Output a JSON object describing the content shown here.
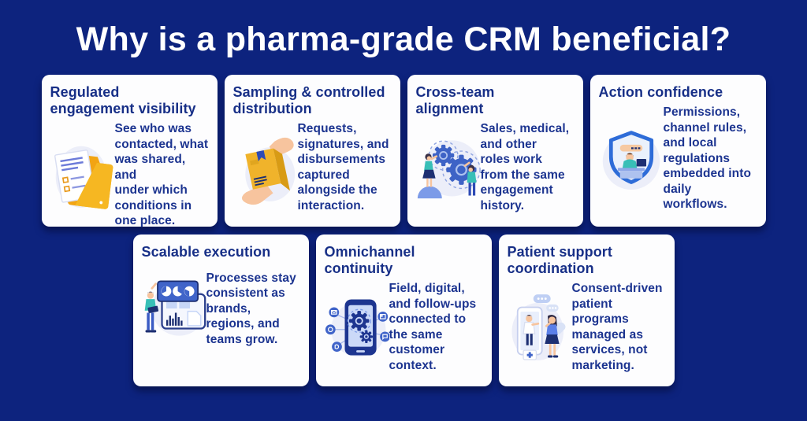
{
  "page": {
    "title": "Why is a pharma-grade CRM beneficial?"
  },
  "colors": {
    "background": "#0d237e",
    "card_background": "#fdfdfe",
    "heading_text": "#ffffff",
    "card_title_text": "#172f87",
    "card_body_text": "#1c3490",
    "illustration_yellow": "#f2a918",
    "illustration_blue": "#3e63c6",
    "illustration_navy": "#1d2f72",
    "illustration_teal": "#38bfb7",
    "illustration_lavender": "#eceef9",
    "illustration_skin": "#f7c49e"
  },
  "cards": [
    {
      "id": "regulated-engagement-visibility",
      "icon": "folder-documents-icon",
      "title": "Regulated\nengagement visibility",
      "body": "See who was\ncontacted, what\nwas shared, and\nunder which\nconditions in\none place."
    },
    {
      "id": "sampling-controlled-distribution",
      "icon": "hands-package-icon",
      "title": "Sampling & controlled\ndistribution",
      "body": "Requests,\nsignatures, and\ndisbursements\ncaptured\nalongside the\ninteraction."
    },
    {
      "id": "cross-team-alignment",
      "icon": "team-gears-icon",
      "title": "Cross-team\nalignment",
      "body": "Sales, medical,\nand other\nroles work\nfrom the same\nengagement\nhistory."
    },
    {
      "id": "action-confidence",
      "icon": "shield-user-icon",
      "title": "Action confidence",
      "body": "Permissions,\nchannel rules,\nand local\nregulations\nembedded into\ndaily workflows."
    },
    {
      "id": "scalable-execution",
      "icon": "dashboard-presenter-icon",
      "title": "Scalable execution",
      "body": "Processes stay\nconsistent as\nbrands,\nregions, and\nteams grow."
    },
    {
      "id": "omnichannel-continuity",
      "icon": "device-channels-icon",
      "title": "Omnichannel\ncontinuity",
      "body": "Field, digital,\nand follow-ups\nconnected to\nthe same\ncustomer\ncontext."
    },
    {
      "id": "patient-support-coordination",
      "icon": "telehealth-patient-icon",
      "title": "Patient support\ncoordination",
      "body": "Consent-driven\npatient\nprograms\nmanaged as\nservices, not\nmarketing."
    }
  ]
}
